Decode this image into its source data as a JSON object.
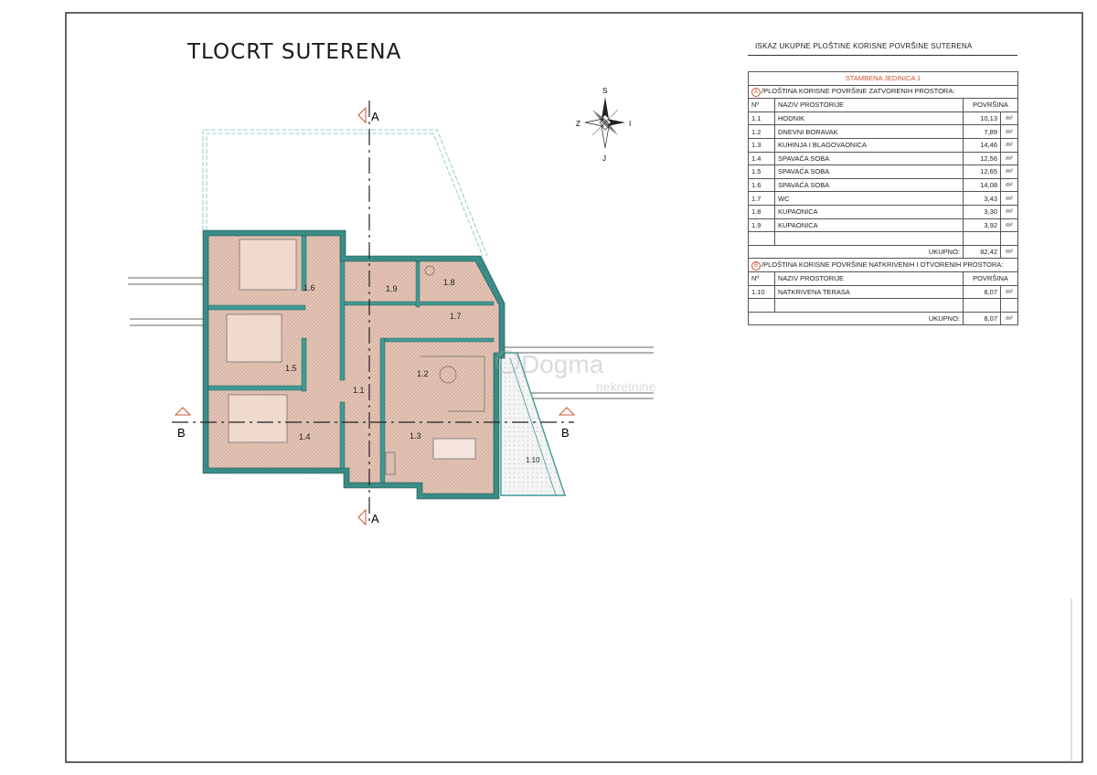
{
  "title": "TLOCRT SUTERENA",
  "table_heading": "ISKAZ UKUPNE PLOŠTINE KORISNE POVRŠINE SUTERENA",
  "unit_title": "STAMBENA JEDINICA 1",
  "section_a": {
    "marker": "A",
    "label": "/PLOŠTINA KORISNE POVRŠINE ZATVORENIH PROSTORA:",
    "col_no": "Nº",
    "col_name": "NAZIV PROSTORIJE",
    "col_area": "POVRŠINA",
    "rows": [
      {
        "no": "1.1",
        "name": "HODNIK",
        "area": "10,13",
        "unit": "m²"
      },
      {
        "no": "1.2",
        "name": "DNEVNI BORAVAK",
        "area": "7,89",
        "unit": "m²"
      },
      {
        "no": "1.3",
        "name": "KUHINJA I BLAGOVAONICA",
        "area": "14,46",
        "unit": "m²"
      },
      {
        "no": "1.4",
        "name": "SPAVAĆA SOBA",
        "area": "12,56",
        "unit": "m²"
      },
      {
        "no": "1.5",
        "name": "SPAVAĆA SOBA",
        "area": "12,65",
        "unit": "m²"
      },
      {
        "no": "1.6",
        "name": "SPAVAĆA SOBA",
        "area": "14,08",
        "unit": "m²"
      },
      {
        "no": "1.7",
        "name": "WC",
        "area": "3,43",
        "unit": "m²"
      },
      {
        "no": "1.8",
        "name": "KUPAONICA",
        "area": "3,30",
        "unit": "m²"
      },
      {
        "no": "1.9",
        "name": "KUPAONICA",
        "area": "3,92",
        "unit": "m²"
      }
    ],
    "total_label": "UKUPNO:",
    "total": "82,42",
    "total_unit": "m²"
  },
  "section_b": {
    "marker": "B",
    "label": "/PLOŠTINA KORISNE POVRŠINE NATKRIVENIH I OTVORENIH PROSTORA:",
    "col_no": "Nº",
    "col_name": "NAZIV PROSTORIJE",
    "col_area": "POVRŠINA",
    "rows": [
      {
        "no": "1.10",
        "name": "NATKRIVENA TERASA",
        "area": "8,07",
        "unit": "m²"
      }
    ],
    "total_label": "UKUPNO:",
    "total": "8,07",
    "total_unit": "m²"
  },
  "compass": {
    "north": "S",
    "south": "J",
    "west": "Z",
    "east": "I"
  },
  "section_markers": {
    "a_top": "A",
    "a_bottom": "A",
    "b_left": "B",
    "b_right": "B"
  },
  "room_labels": {
    "r16": "1.6",
    "r15": "1.5",
    "r14": "1.4",
    "r19": "1.9",
    "r18": "1.8",
    "r17": "1.7",
    "r12": "1.2",
    "r11": "1.1",
    "r13": "1.3",
    "r110": "1.10"
  },
  "watermark": {
    "name": "Dogma",
    "sub": "nekretnine"
  },
  "colors": {
    "wall": "#3f9a94",
    "floor": "#d9b8a8",
    "accent": "#c9542b",
    "line": "#222222"
  }
}
